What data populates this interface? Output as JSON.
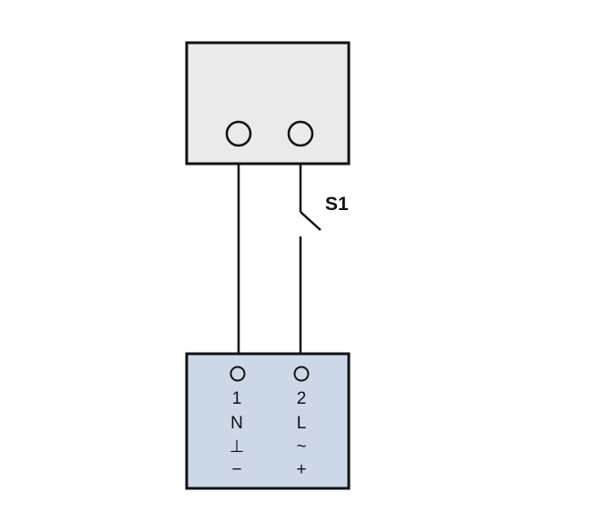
{
  "colors": {
    "background": "#ffffff",
    "top_box_fill": "#eaeaea",
    "bottom_box_fill": "#ccd8e8",
    "line": "#111111"
  },
  "switch": {
    "label": "S1"
  },
  "device": {
    "terminal_left": {
      "number": "1",
      "name": "N",
      "symbol": "⊥",
      "polarity": "−"
    },
    "terminal_right": {
      "number": "2",
      "name": "L",
      "symbol": "~",
      "polarity": "+"
    }
  }
}
